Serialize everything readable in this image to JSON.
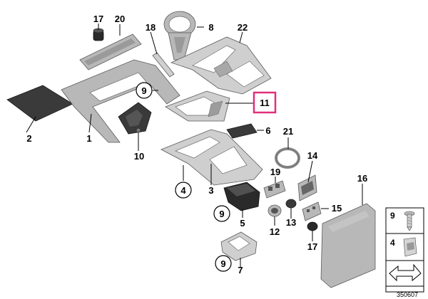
{
  "labels": {
    "p1": "1",
    "p2": "2",
    "p3": "3",
    "p4": "4",
    "p5": "5",
    "p6": "6",
    "p7": "7",
    "p8": "8",
    "p9a": "9",
    "p9b": "9",
    "p9c": "9",
    "p10": "10",
    "p11": "11",
    "p12": "12",
    "p13": "13",
    "p14": "14",
    "p15": "15",
    "p16": "16",
    "p17a": "17",
    "p17b": "17",
    "p18": "18",
    "p19": "19",
    "p20": "20",
    "p21": "21",
    "p22": "22"
  },
  "legend": {
    "item9": "9",
    "item4": "4"
  },
  "diagram_code": "350607",
  "colors": {
    "highlight": "#e0307a",
    "part_gray": "#b8b8b8",
    "part_dark": "#3a3a3a"
  }
}
